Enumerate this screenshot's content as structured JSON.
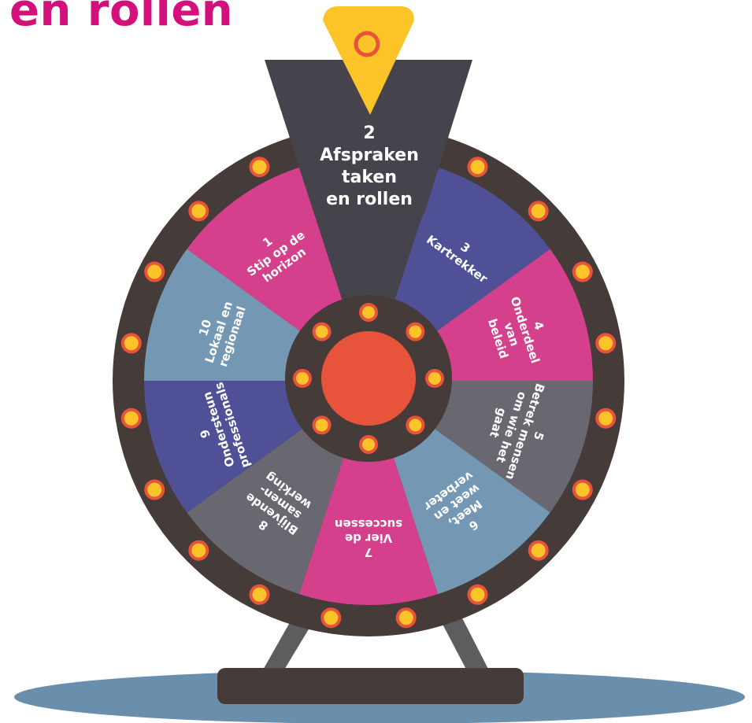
{
  "heading": "en rollen",
  "colors": {
    "heading": "#d4107d",
    "rim": "#453b38",
    "hub_ring": "#453b38",
    "hub_center": "#e8533b",
    "bulb_fill": "#fcc428",
    "bulb_ring": "#e8533b",
    "stand": "#453b38",
    "stand_legs": "#5d5c5f",
    "floor": "#6a8fad",
    "pointer_panel": "#45444c",
    "pointer": "#fcc428",
    "pointer_ring": "#e8533b"
  },
  "wheel": {
    "segments": [
      {
        "id": "1",
        "lines": [
          "1",
          "Stip op de",
          "horizon"
        ],
        "color": "#d4408b",
        "active": false
      },
      {
        "id": "2",
        "lines": [
          "2",
          "Afspraken",
          "taken",
          "en rollen"
        ],
        "color": "#45444c",
        "active": true
      },
      {
        "id": "3",
        "lines": [
          "3",
          "Kartrekker"
        ],
        "color": "#505096",
        "active": false
      },
      {
        "id": "4",
        "lines": [
          "4",
          "Onderdeel",
          "van",
          "beleid"
        ],
        "color": "#d4408b",
        "active": false
      },
      {
        "id": "5",
        "lines": [
          "5",
          "Betrek mensen",
          "om wie het",
          "gaat"
        ],
        "color": "#696870",
        "active": false
      },
      {
        "id": "6",
        "lines": [
          "6",
          "Meet,",
          "weet en",
          "verbeter"
        ],
        "color": "#7497b3",
        "active": false
      },
      {
        "id": "7",
        "lines": [
          "7",
          "Vier de",
          "successen"
        ],
        "color": "#d4408b",
        "active": false
      },
      {
        "id": "8",
        "lines": [
          "8",
          "Blijvende",
          "samen-",
          "werking"
        ],
        "color": "#696870",
        "active": false
      },
      {
        "id": "9",
        "lines": [
          "9",
          "Ondersteun",
          "professionals"
        ],
        "color": "#505096",
        "active": false
      },
      {
        "id": "10",
        "lines": [
          "10",
          "Lokaal en",
          "regionaal"
        ],
        "color": "#7497b3",
        "active": false
      }
    ]
  }
}
